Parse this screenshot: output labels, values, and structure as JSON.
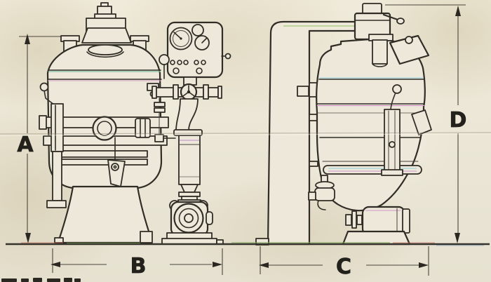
{
  "drawing": {
    "dimension_labels": {
      "a": "A",
      "b": "B",
      "c": "C",
      "d": "D"
    }
  },
  "colors": {
    "paper": "#ece7d8",
    "ink": "#302d26",
    "dimension_line": "#4a453b",
    "label_ink": "#23211b",
    "fringe_green": "#7fae58",
    "fringe_magenta": "#d093c8",
    "fringe_cyan": "#8fd0dc",
    "fringe_red": "#c86858"
  }
}
